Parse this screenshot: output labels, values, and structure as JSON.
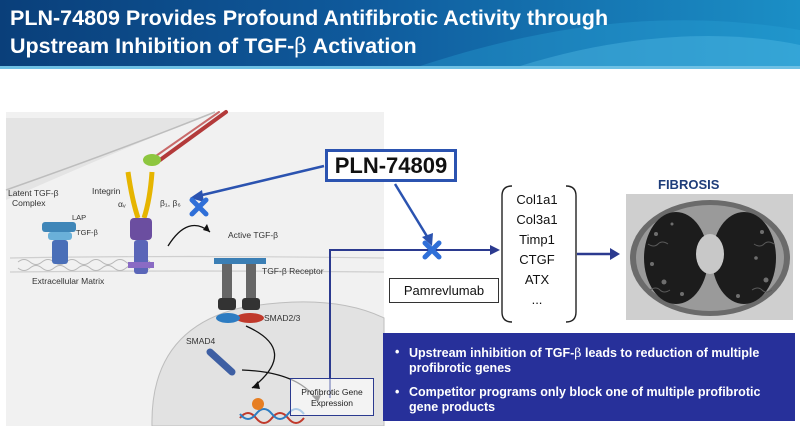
{
  "header": {
    "title_line1": "PLN-74809 Provides Profound Antifibrotic Activity through",
    "title_line2_prefix": "Upstream Inhibition of TGF-",
    "title_line2_beta": "β",
    "title_line2_suffix": " Activation"
  },
  "diagram": {
    "latent_tgf_line1": "Latent TGF-β",
    "latent_tgf_line2": "Complex",
    "lap": "LAP",
    "tgfb_small": "TGF-β",
    "integrin": "Integrin",
    "alpha_v": "αᵥ",
    "beta_sub": "β₁, β₆",
    "extracellular_matrix": "Extracellular Matrix",
    "active_tgfb": "Active TGF-β",
    "tgfb_receptor": "TGF-β Receptor",
    "smad23": "SMAD2/3",
    "smad4": "SMAD4",
    "profibrotic_line1": "Profibrotic Gene",
    "profibrotic_line2": "Expression",
    "pln_label": "PLN-74809",
    "pamrevlumab": "Pamrevlumab",
    "genes": [
      "Col1a1",
      "Col3a1",
      "Timp1",
      "CTGF",
      "ATX",
      "..."
    ],
    "fibrosis": "FIBROSIS"
  },
  "infobox": {
    "bullet1_prefix": "Upstream inhibition of TGF-",
    "bullet1_beta": "β",
    "bullet1_suffix": " leads to reduction of multiple profibrotic genes",
    "bullet2": "Competitor programs only block one of multiple profibrotic gene products"
  },
  "colors": {
    "header_dark": "#0a3f7a",
    "header_light": "#1b8fc6",
    "accent_blue": "#2b53b0",
    "info_bg": "#27309a",
    "inhibit_x": "#2f6fd8"
  }
}
